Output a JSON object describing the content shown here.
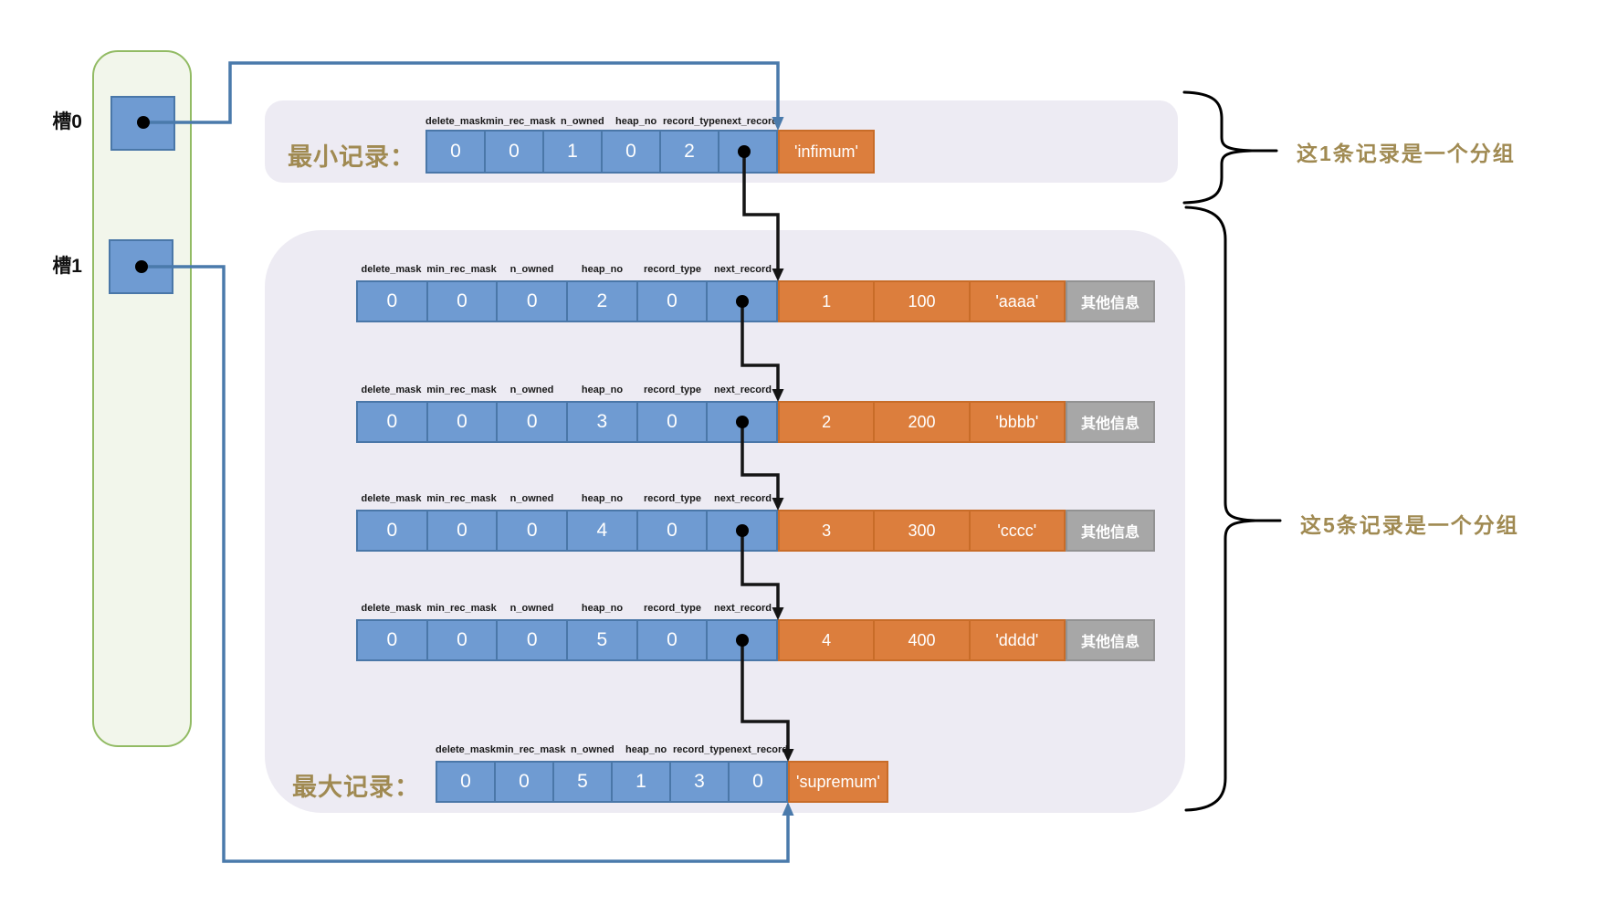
{
  "slots": [
    {
      "label": "槽0"
    },
    {
      "label": "槽1"
    }
  ],
  "field_headers": [
    "delete_mask",
    "min_rec_mask",
    "n_owned",
    "heap_no",
    "record_type",
    "next_record"
  ],
  "infimum": {
    "label": "最小记录：",
    "fields": [
      "0",
      "0",
      "1",
      "0",
      "2",
      ""
    ],
    "name": "'infimum'"
  },
  "records": [
    {
      "fields": [
        "0",
        "0",
        "0",
        "2",
        "0",
        ""
      ],
      "cols": [
        "1",
        "100",
        "'aaaa'"
      ],
      "extra": "其他信息"
    },
    {
      "fields": [
        "0",
        "0",
        "0",
        "3",
        "0",
        ""
      ],
      "cols": [
        "2",
        "200",
        "'bbbb'"
      ],
      "extra": "其他信息"
    },
    {
      "fields": [
        "0",
        "0",
        "0",
        "4",
        "0",
        ""
      ],
      "cols": [
        "3",
        "300",
        "'cccc'"
      ],
      "extra": "其他信息"
    },
    {
      "fields": [
        "0",
        "0",
        "0",
        "5",
        "0",
        ""
      ],
      "cols": [
        "4",
        "400",
        "'dddd'"
      ],
      "extra": "其他信息"
    }
  ],
  "supremum": {
    "label": "最大记录：",
    "fields": [
      "0",
      "0",
      "5",
      "1",
      "3",
      "0"
    ],
    "name": "'supremum'"
  },
  "annotations": {
    "group_of_1": "这1条记录是一个分组",
    "group_of_5": "这5条记录是一个分组"
  },
  "colors": {
    "cell_blue": "#6f9bd2",
    "cell_blue_border": "#4a77a8",
    "cell_orange": "#dc7e3d",
    "cell_orange_border": "#c86c28",
    "cell_gray": "#a7a7a7",
    "panel_lavender": "#edebf3",
    "slot_panel_green": "#f2f6eb",
    "slot_panel_border": "#92bb64",
    "annotation_tan": "#a08a52",
    "pointer_blue": "#4a7aab",
    "arrow_black": "#141414"
  }
}
